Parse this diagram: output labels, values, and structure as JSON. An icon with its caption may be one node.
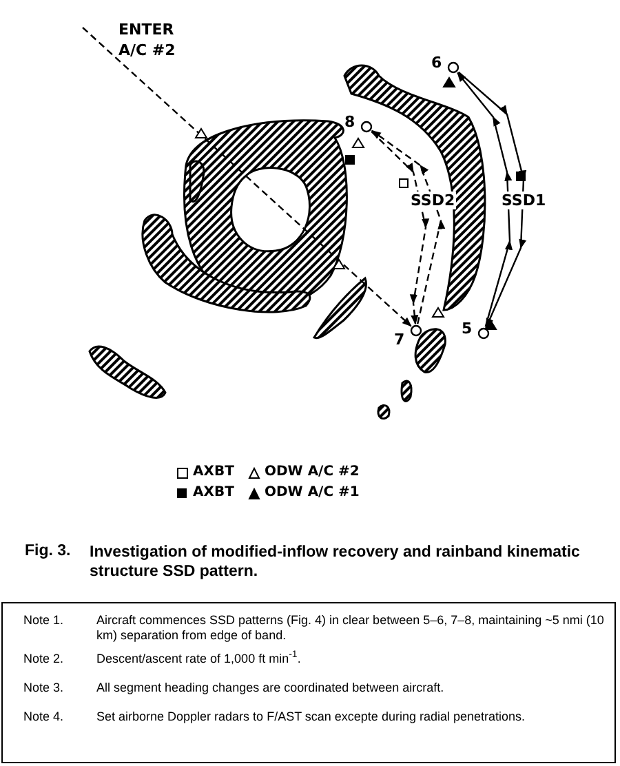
{
  "diagram": {
    "caption": "Investigation of modified-inflow recovery and rainband kinematic structure SSD pattern.",
    "nodes": [
      {
        "text": [
          "6"
        ]
      },
      {
        "text": [
          "8"
        ]
      },
      {
        "text": [
          "7"
        ]
      },
      {
        "text": [
          "5"
        ]
      },
      {
        "text": [
          "Note 1.",
          "Aircraft commences SSD patterns (Fig. 4) in clear between 5–6, 7–8, maintaining ~5 nmi (10 km) separation from edge of band.",
          "Note 2.",
          "Descent/ascent rate of 1,000 ft min$^{-1}$.",
          "Note 3.",
          "All segment heading changes are coordinated between aircraft.",
          "Note 4.",
          "Set airborne Doppler radars to F/AST scan excepte during radial penetrations."
        ]
      }
    ],
    "edges": [
      {
        "from": 0,
        "to": 3,
        "arrow": "to"
      },
      {
        "from": 3,
        "to": 0,
        "arrow": "to"
      },
      {
        "from": 1,
        "to": 2,
        "arrow": "to",
        "style": "dashed"
      },
      {
        "from": 2,
        "to": 1,
        "arrow": "to",
        "style": "dashed"
      },
      {
        "from": null,
        "to": 2,
        "arrow": "to",
        "style": "dashed"
      }
    ],
    "labels": [
      "ENTER A/C #2",
      "SSD2",
      "SSD1",
      "Fig. 3."
    ],
    "legend": [
      {
        "text": "AXBT"
      },
      {
        "text": "ODW A/C #2"
      },
      {
        "text": "AXBT"
      },
      {
        "text": "ODW A/C #1"
      }
    ]
  }
}
